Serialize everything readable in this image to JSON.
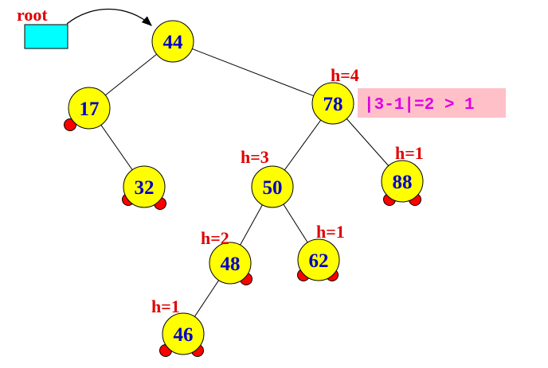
{
  "root": {
    "label": "root"
  },
  "nodes": [
    {
      "id": "n44",
      "key": "44",
      "height_label": ""
    },
    {
      "id": "n17",
      "key": "17",
      "height_label": ""
    },
    {
      "id": "n78",
      "key": "78",
      "height_label": "h=4"
    },
    {
      "id": "n32",
      "key": "32",
      "height_label": ""
    },
    {
      "id": "n50",
      "key": "50",
      "height_label": "h=3"
    },
    {
      "id": "n88",
      "key": "88",
      "height_label": "h=1"
    },
    {
      "id": "n48",
      "key": "48",
      "height_label": "h=2"
    },
    {
      "id": "n62",
      "key": "62",
      "height_label": "h=1"
    },
    {
      "id": "n46",
      "key": "46",
      "height_label": "h=1"
    }
  ],
  "edges": [
    [
      "n44",
      "n17"
    ],
    [
      "n44",
      "n78"
    ],
    [
      "n17",
      "n32"
    ],
    [
      "n78",
      "n50"
    ],
    [
      "n78",
      "n88"
    ],
    [
      "n50",
      "n48"
    ],
    [
      "n50",
      "n62"
    ],
    [
      "n48",
      "n46"
    ]
  ],
  "balance_note": {
    "text": "|3-1|=2 > 1"
  },
  "colors": {
    "node_fill": "#ffff00",
    "key_text": "#0000c8",
    "height_text": "#e00000",
    "null_dot": "#ff0000",
    "root_box": "#00ffff",
    "note_bg": "#ffc0c8",
    "note_text": "#e000e0"
  }
}
